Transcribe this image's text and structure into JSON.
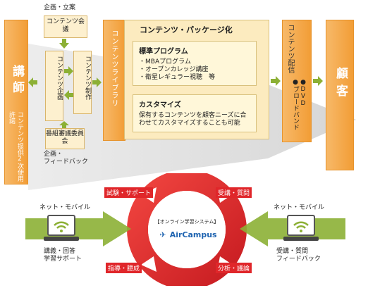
{
  "instructor": {
    "title": "講師",
    "sub": "コンテンツ提供2次使用許諾"
  },
  "customer": {
    "title": "顧客"
  },
  "planning": {
    "top_label": "企画・立案",
    "meeting": "コンテンツ会議",
    "planning_box": "コンテンツ企画",
    "production_box": "コンテンツ制作",
    "review": "番組審議委員会",
    "feedback": "企画・\nフィードバック"
  },
  "library": {
    "label": "コンテンツライブラリ"
  },
  "package": {
    "title": "コンテンツ・パッケージ化",
    "standard_title": "標準プログラム",
    "standard_items": [
      "・MBAプログラム",
      "・オープンカレッジ講座",
      "・衛星レギュラー視聴　等"
    ],
    "custom_title": "カスタマイズ",
    "custom_text": "保有するコンテンツを顧客ニーズに合わせてカスタマイズすることも可能"
  },
  "delivery": {
    "label": "コンテンツ配信",
    "items": [
      "●DVD",
      "●ブロードバンド"
    ]
  },
  "cycle": {
    "top_left": "試験・サポート",
    "top_right": "受講・質問",
    "bottom_left": "指導・臆成",
    "bottom_right": "分析・議論",
    "system_label": "【オンライン学習システム】",
    "brand": "AirCampus"
  },
  "left_device": {
    "top": "ネット・モバイル",
    "bottom": "講義・回答\n学習サポート"
  },
  "right_device": {
    "top": "ネット・モバイル",
    "bottom": "受講・質問\nフィードバック"
  },
  "colors": {
    "orange": "#f29d36",
    "red": "#e0262a",
    "green": "#8cb035",
    "blue": "#1e63b0"
  }
}
